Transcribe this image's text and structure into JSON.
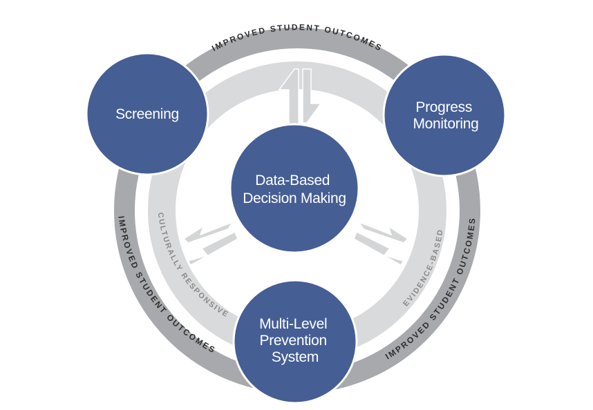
{
  "outer_ring": {
    "top_label": "IMPROVED STUDENT OUTCOMES",
    "left_label": "IMPROVED STUDENT OUTCOMES",
    "right_label": "IMPROVED STUDENT OUTCOMES"
  },
  "inner_ring": {
    "left_label": "CULTURALLY RESPONSIVE",
    "right_label": "EVIDENCE-BASED"
  },
  "nodes": {
    "screening": [
      "Screening"
    ],
    "progress_monitoring": [
      "Progress",
      "Monitoring"
    ],
    "center": [
      "Data-Based",
      "Decision Making"
    ],
    "prevention": [
      "Multi-Level",
      "Prevention",
      "System"
    ]
  },
  "colors": {
    "node_fill": "#455e94",
    "node_stroke": "#ffffff",
    "outer_ring": "#a7a9ac",
    "inner_ring": "#d9dadb",
    "arrow": "#d4d5d6"
  }
}
